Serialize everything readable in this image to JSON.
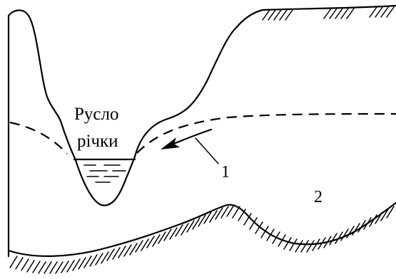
{
  "labels": {
    "riverbed_line1": "Русло",
    "riverbed_line2": "річки",
    "marker_1": "1",
    "marker_2": "2"
  },
  "colors": {
    "ink": "#000000",
    "background": "#ffffff"
  }
}
